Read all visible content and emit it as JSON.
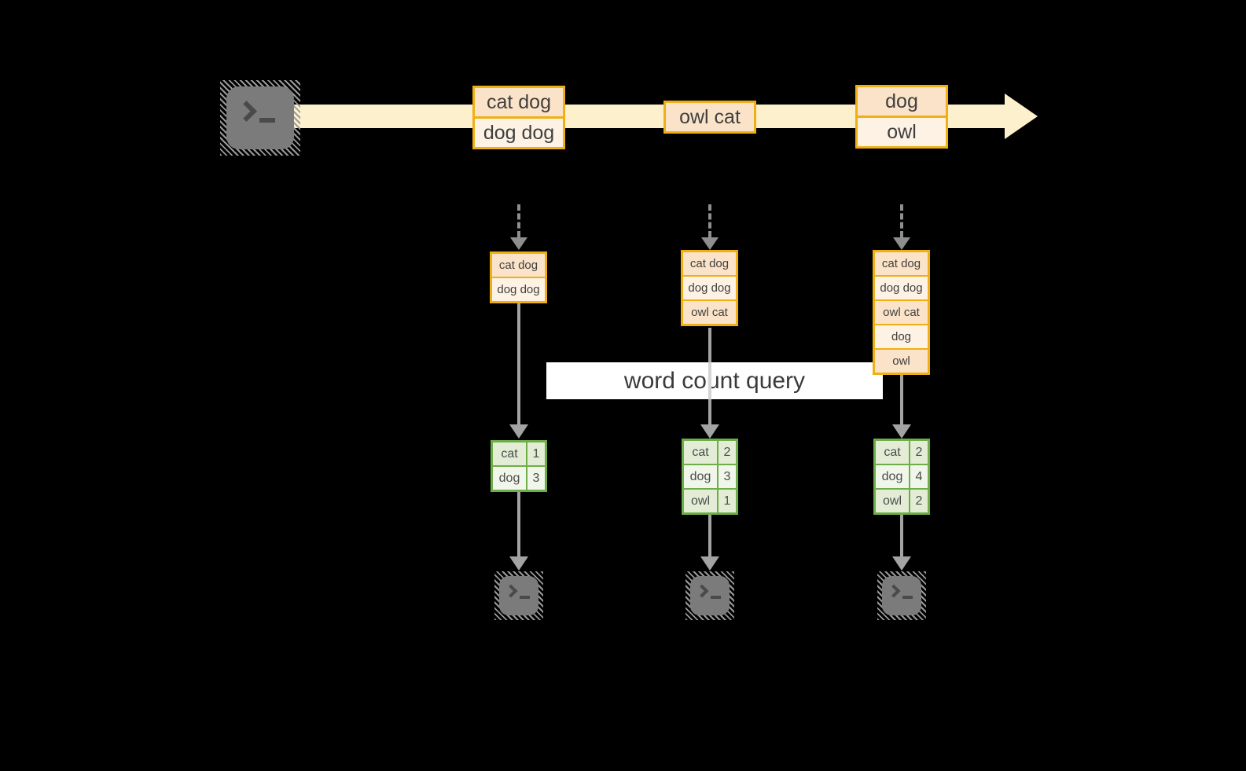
{
  "query": {
    "label": "word count query"
  },
  "stream": {
    "source_icon": "terminal-icon",
    "events": [
      {
        "lines": [
          "cat dog",
          "dog dog"
        ]
      },
      {
        "lines": [
          "owl cat"
        ]
      },
      {
        "lines": [
          "dog",
          "owl"
        ]
      }
    ]
  },
  "snapshots": [
    {
      "inputs": [
        "cat dog",
        "dog dog"
      ],
      "counts": [
        {
          "word": "cat",
          "count": 1
        },
        {
          "word": "dog",
          "count": 3
        }
      ],
      "sink_icon": "terminal-icon"
    },
    {
      "inputs": [
        "cat dog",
        "dog dog",
        "owl cat"
      ],
      "counts": [
        {
          "word": "cat",
          "count": 2
        },
        {
          "word": "dog",
          "count": 3
        },
        {
          "word": "owl",
          "count": 1
        }
      ],
      "sink_icon": "terminal-icon"
    },
    {
      "inputs": [
        "cat dog",
        "dog dog",
        "owl cat",
        "dog",
        "owl"
      ],
      "counts": [
        {
          "word": "cat",
          "count": 2
        },
        {
          "word": "dog",
          "count": 4
        },
        {
          "word": "owl",
          "count": 2
        }
      ],
      "sink_icon": "terminal-icon"
    }
  ],
  "colors": {
    "gold": "#F0AF14",
    "peach_dark": "#FAE3C8",
    "peach_light": "#FDF2E4",
    "band": "#FCF0CD",
    "green": "#6FAD49",
    "green_row_dark": "#E3ECD5",
    "green_row_light": "#F1F6EB",
    "arrow_gray": "#A3A3A3",
    "dash_gray": "#8E8E8E",
    "terminal_gray": "#7B7B7B",
    "glyph_gray": "#4A4A4A",
    "ink": "#3F3F3F",
    "page_bg": "#000000",
    "banner_bg": "#FFFFFF"
  }
}
